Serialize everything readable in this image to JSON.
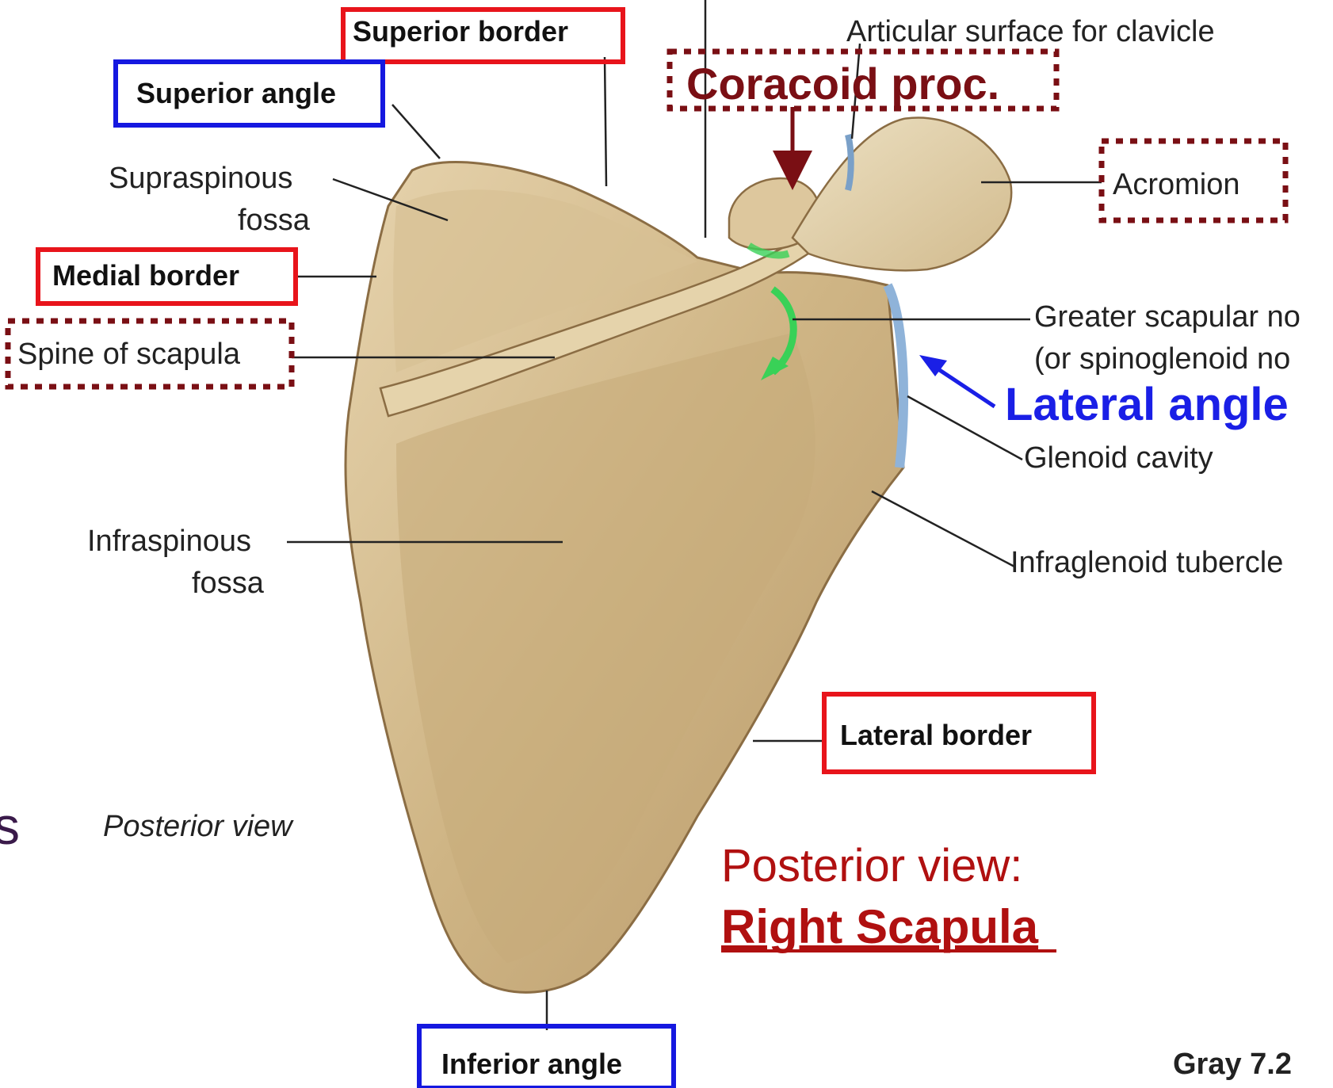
{
  "labels": {
    "superior_border": "Superior border",
    "superior_angle": "Superior angle",
    "articular_surface": "Articular surface for clavicle",
    "coracoid": "Coracoid proc.",
    "supraspinous_1": "Supraspinous",
    "supraspinous_2": "fossa",
    "acromion": "Acromion",
    "medial_border": "Medial border",
    "greater_notch_1": "Greater scapular no",
    "greater_notch_2": "(or spinoglenoid no",
    "spine": "Spine of scapula",
    "lateral_angle": "Lateral angle",
    "glenoid": "Glenoid cavity",
    "infraspinous_1": "Infraspinous",
    "infraspinous_2": "fossa",
    "infraglenoid": "Infraglenoid tubercle",
    "lateral_border": "Lateral border",
    "partial_left": "s",
    "posterior_view_italic": "Posterior view",
    "title_line1": "Posterior view:",
    "title_line2": "Right Scapula",
    "inferior_angle": "Inferior angle",
    "source": "Gray 7.2"
  },
  "colors": {
    "red_box": "#e8141b",
    "blue_box": "#1518e0",
    "dark_red_dotted": "#7a0f14",
    "title_red": "#b01010",
    "lateral_angle_blue": "#1a1fe6",
    "bone_fill": "#d9c399",
    "bone_shadow": "#a8895c",
    "arrow_green": "#39d157"
  }
}
